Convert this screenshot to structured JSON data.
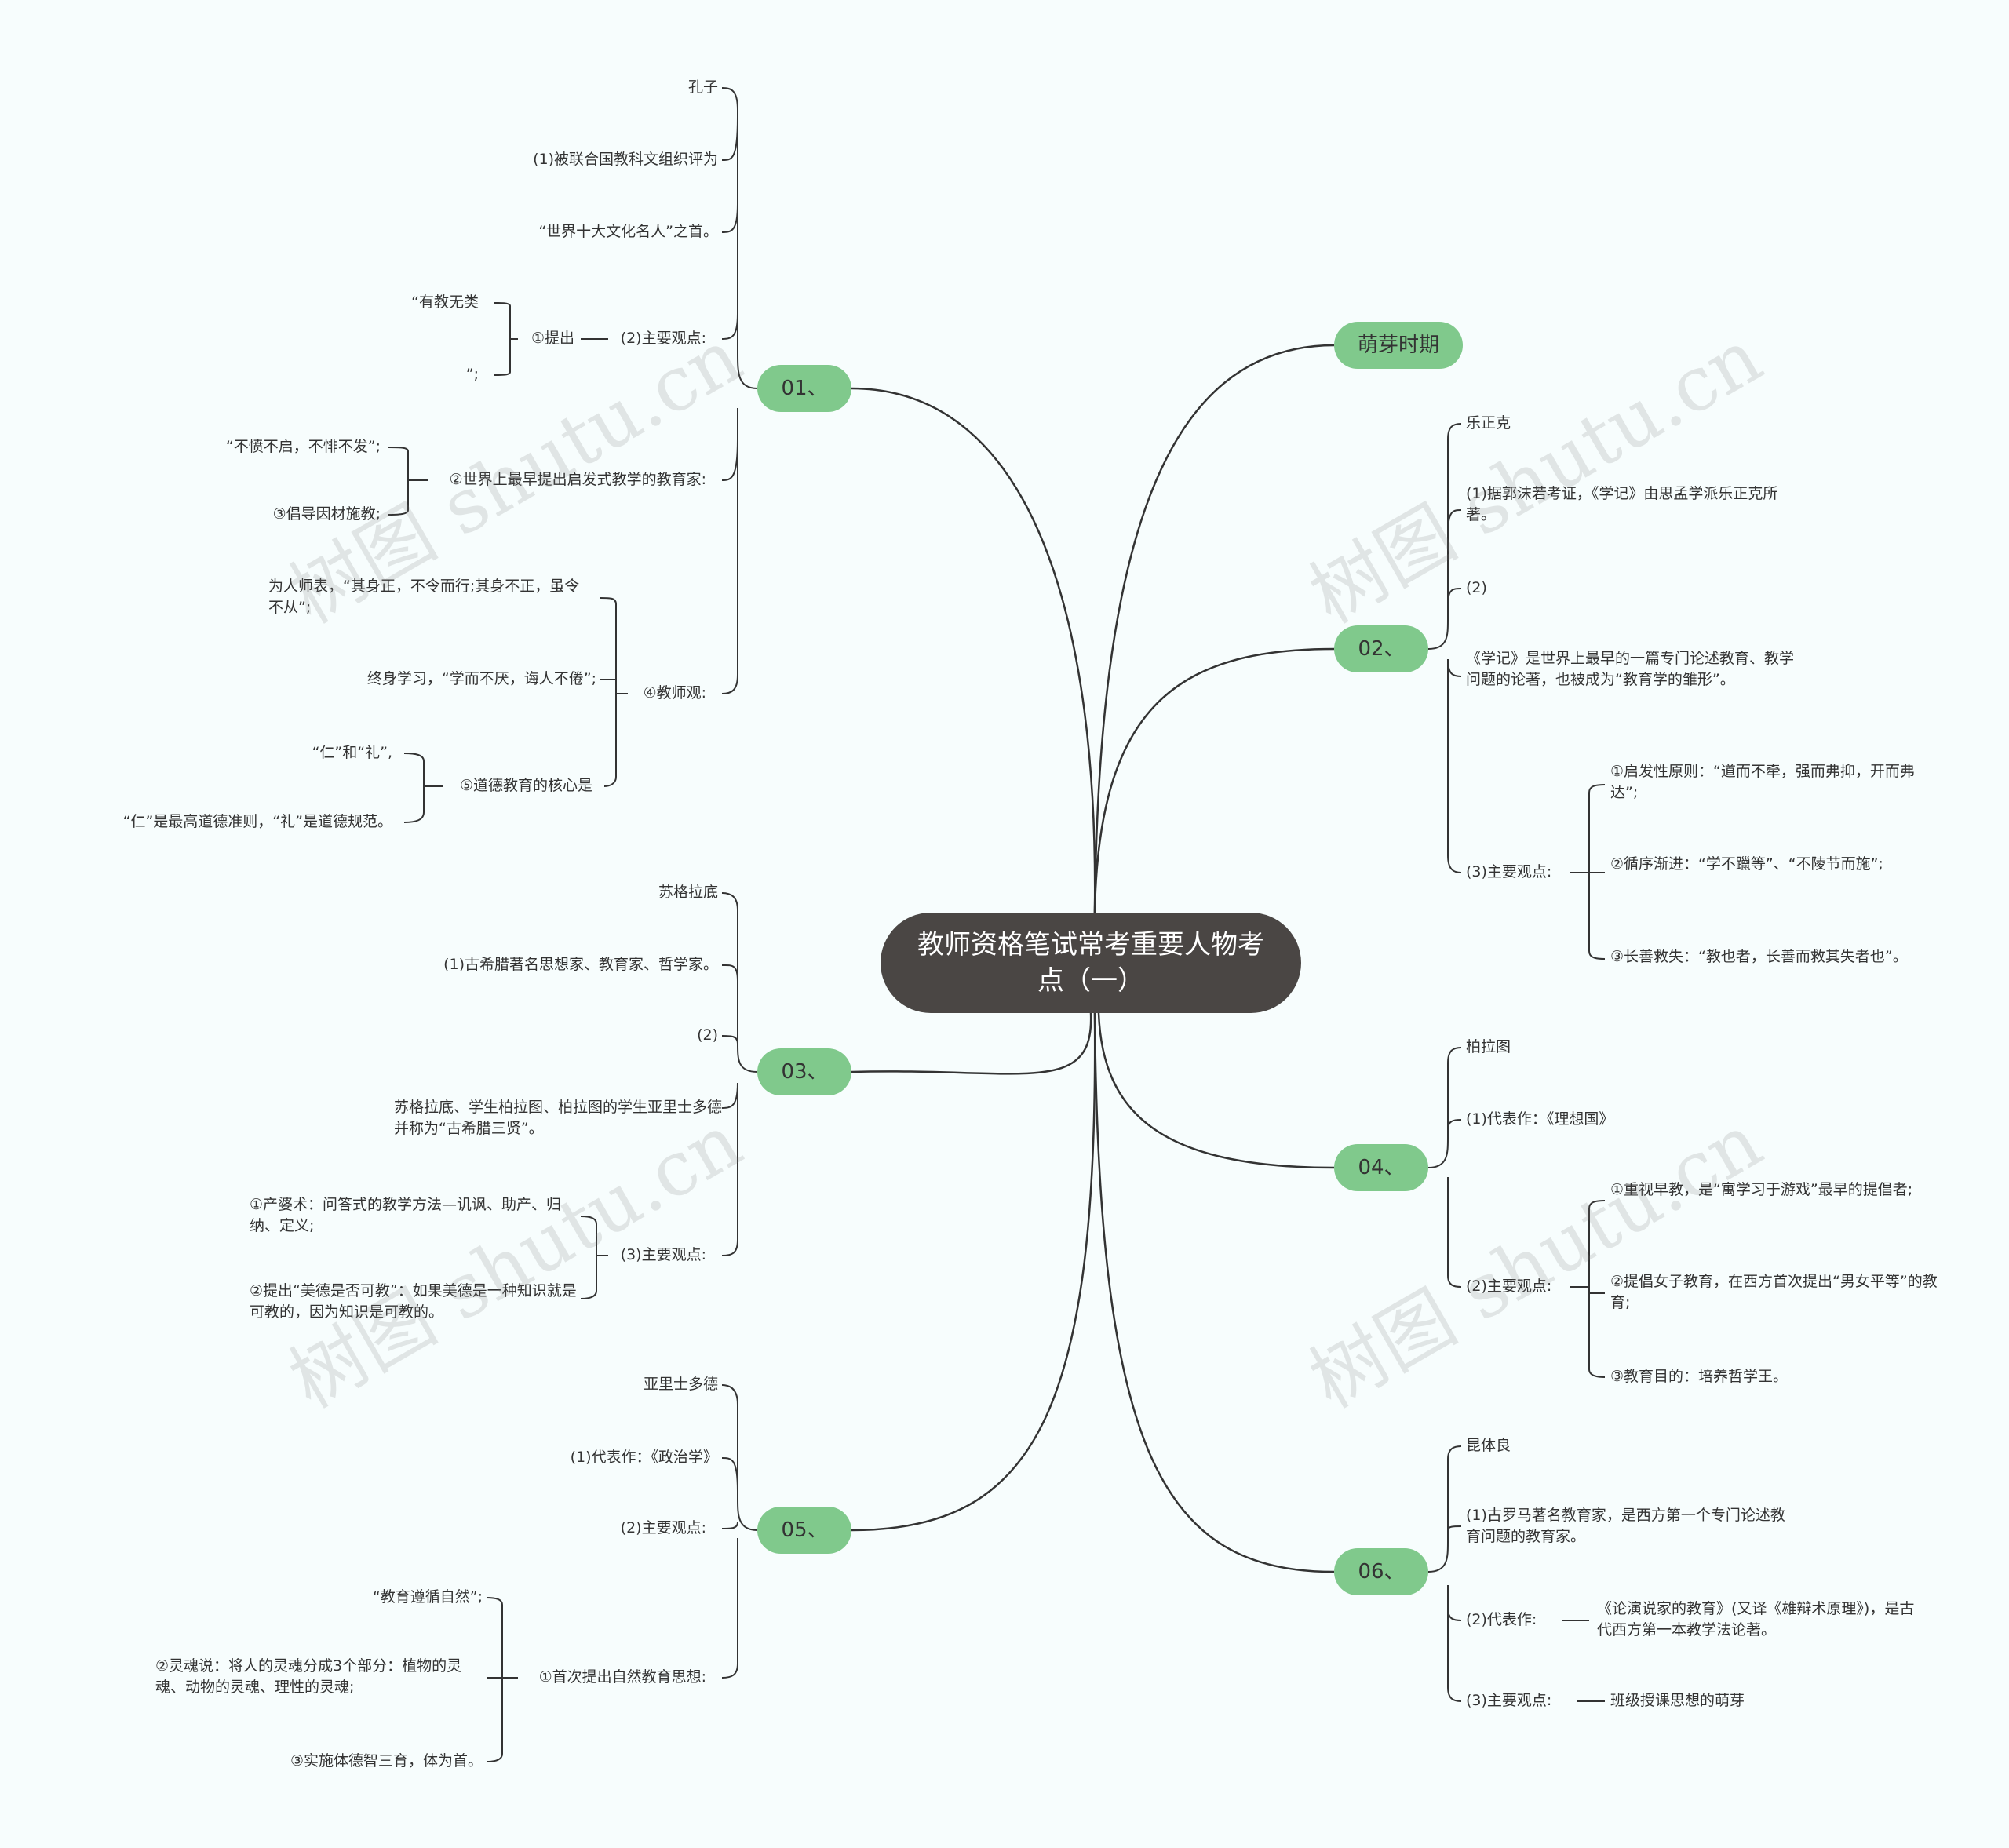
{
  "root": {
    "title": "教师资格笔试常考重要人物考点（一）"
  },
  "branches": {
    "b01": "01、",
    "b02": "02、",
    "b03": "03、",
    "b04": "04、",
    "b05": "05、",
    "b06": "06、",
    "sprout": "萌芽时期"
  },
  "n01": {
    "name": "孔子",
    "p1": "(1)被联合国教科文组织评为",
    "p1b": "“世界十大文化名人”之首。",
    "p2": "(2)主要观点:",
    "raise": "①提出",
    "q1": "“有教无类",
    "q1b": "”;",
    "heuristic": "②世界上最早提出启发式教学的教育家:",
    "h1": "“不愤不启，不悱不发”;",
    "h2": "③倡导因材施教;",
    "teacher": "④教师观:",
    "t1": "为人师表，“其身正，不令而行;其身不正，虽令不从”;",
    "t2": "终身学习，“学而不厌，诲人不倦”;",
    "moral": "⑤道德教育的核心是",
    "m1": "“仁”和“礼”,",
    "m2": "“仁”是最高道德准则，“礼”是道德规范。"
  },
  "n02": {
    "name": "乐正克",
    "p1": "(1)据郭沫若考证，《学记》由思孟学派乐正克所著。",
    "p2": "(2)",
    "p2b": "《学记》是世界上最早的一篇专门论述教育、教学问题的论著，也被成为“教育学的雏形”。",
    "p3": "(3)主要观点:",
    "v1": "①启发性原则：“道而不牵，强而弗抑，开而弗达”;",
    "v2": "②循序渐进：“学不躐等”、“不陵节而施”;",
    "v3": "③长善救失：“教也者，长善而救其失者也”。"
  },
  "n03": {
    "name": "苏格拉底",
    "p1": "(1)古希腊著名思想家、教育家、哲学家。",
    "p2": "(2)",
    "p2b": "苏格拉底、学生柏拉图、柏拉图的学生亚里士多德并称为“古希腊三贤”。",
    "p3": "(3)主要观点:",
    "v1": "①产婆术：问答式的教学方法—讥讽、助产、归纳、定义;",
    "v2": "②提出“美德是否可教”：如果美德是一种知识就是可教的，因为知识是可教的。"
  },
  "n04": {
    "name": "柏拉图",
    "p1": "(1)代表作：《理想国》",
    "p2": "(2)主要观点:",
    "v1": "①重视早教，是“寓学习于游戏”最早的提倡者;",
    "v2": "②提倡女子教育，在西方首次提出“男女平等”的教育;",
    "v3": "③教育目的：培养哲学王。"
  },
  "n05": {
    "name": "亚里士多德",
    "p1": "(1)代表作：《政治学》",
    "p2": "(2)主要观点:",
    "nat": "①首次提出自然教育思想:",
    "v1": "“教育遵循自然”;",
    "v2": "②灵魂说：将人的灵魂分成3个部分：植物的灵魂、动物的灵魂、理性的灵魂;",
    "v3": "③实施体德智三育，体为首。"
  },
  "n06": {
    "name": "昆体良",
    "p1": "(1)古罗马著名教育家，是西方第一个专门论述教育问题的教育家。",
    "p2": "(2)代表作:",
    "p2b": "《论演说家的教育》(又译《雄辩术原理》)，是古代西方第一本教学法论著。",
    "p3": "(3)主要观点:",
    "p3b": "班级授课思想的萌芽"
  },
  "watermark": "树图 shutu.cn",
  "colors": {
    "background": "#f7fdfd",
    "root": "#4a4644",
    "branch": "#80c98c",
    "line": "#333333"
  }
}
